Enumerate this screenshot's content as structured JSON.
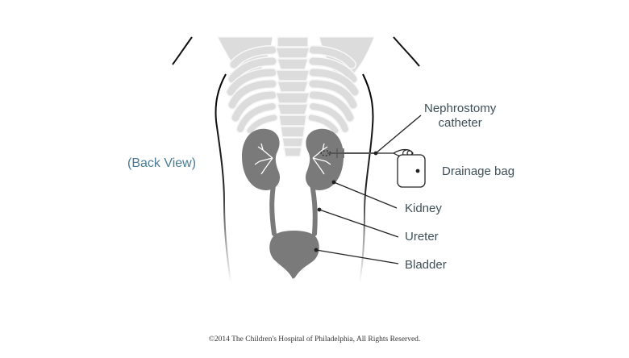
{
  "view_label": "(Back View)",
  "labels": {
    "nephrostomy_catheter": [
      "Nephrostomy",
      "catheter"
    ],
    "drainage_bag": "Drainage bag",
    "kidney": "Kidney",
    "ureter": "Ureter",
    "bladder": "Bladder"
  },
  "copyright": "©2014 The Children's Hospital of Philadelphia, All Rights Reserved.",
  "colors": {
    "bone": "#dcdcdc",
    "bone_outline": "#f7f7f7",
    "organ": "#7a7a7a",
    "line": "#222222",
    "label_text": "#3f4f57",
    "view_text": "#4a7a95"
  }
}
